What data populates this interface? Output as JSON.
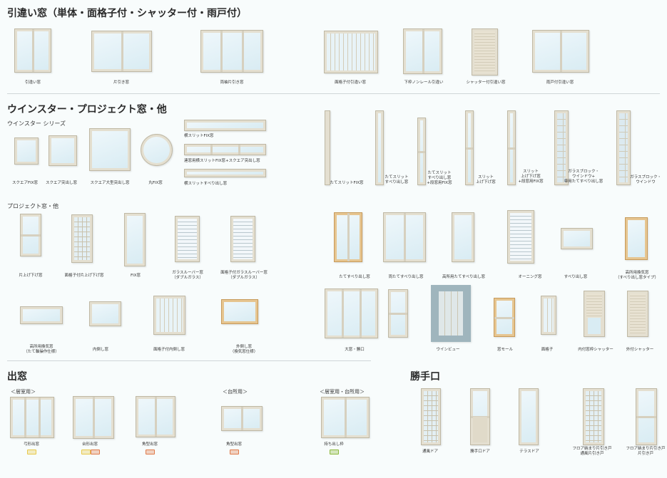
{
  "sections": {
    "sliding": {
      "title": "引違い窓（単体・面格子付・シャッター付・雨戸付）",
      "items": [
        "引違い窓",
        "片引き窓",
        "両袖片引き窓",
        "面格子付引違い窓",
        "下枠ノンレール引違い",
        "シャッター付引違い窓",
        "雨戸付引違い窓"
      ]
    },
    "winster": {
      "title": "ウインスター・プロジェクト窓・他",
      "series_label": "ウインスター シリーズ",
      "items": [
        "スクエアFIX窓",
        "スクエア突出し窓",
        "スクエア大型突出し窓",
        "丸FIX窓",
        "横スリットFIX窓",
        "連窓用横スリットFIX窓+スクエア突出し窓",
        "横スリットすべり出し窓"
      ],
      "tall_items": [
        "たてスリットFIX窓",
        "たてスリット\nすべり出し窓",
        "たてスリット\nすべり出し窓\n+段窓用FIX窓",
        "スリット\n上げ下げ窓",
        "スリット\n上げ下げ窓\n+段窓用FIX窓",
        "ガラスブロック・\nウインドウ+\n専用たてすべり出し窓",
        "ガラスブロック・\nウインドウ"
      ]
    },
    "project": {
      "subtitle": "プロジェクト窓・他",
      "row1_left": [
        "片上げ下げ窓",
        "面格子付片上げ下げ窓",
        "FIX窓",
        "ガラスルーバー窓\n（ダブルガラス）",
        "面格子付ガラスルーバー窓\n（ダブルガラス）"
      ],
      "row1_right": [
        "たてすべり出し窓",
        "両たてすべり出し窓",
        "高所用たてすべり出し窓",
        "オーニング窓",
        "すべり出し窓",
        "高所用換気窓\n（すべり出し窓タイプ）"
      ],
      "row2_left": [
        "高所用換気窓\n（たて軸操作仕様）",
        "内倒し窓",
        "面格子付内倒し窓",
        "外倒し窓\n（換気窓仕様）"
      ],
      "row2_right": [
        "大窓・勝口",
        "ウインビュー",
        "窓モール",
        "面格子",
        "内付窓枠シャッター",
        "外付シャッター"
      ]
    },
    "bay": {
      "title": "出窓",
      "groups": [
        "＜居室用＞",
        "＜台所用＞",
        "＜居室用・台所用＞"
      ],
      "items": [
        "弓形出窓",
        "台形出窓",
        "角型出窓",
        "角型出窓",
        "持ち出し枠"
      ],
      "badge_colors": {
        "yellow": "#e8c84a",
        "orange": "#e07a4a",
        "green": "#8cb83c"
      }
    },
    "backdoor": {
      "title": "勝手口",
      "items": [
        "通風ドア",
        "勝手口ドア",
        "テラスドア",
        "フロア納まり片引き戸\n通風片引き戸",
        "フロア納まり片引き戸\n片引き戸"
      ]
    }
  }
}
